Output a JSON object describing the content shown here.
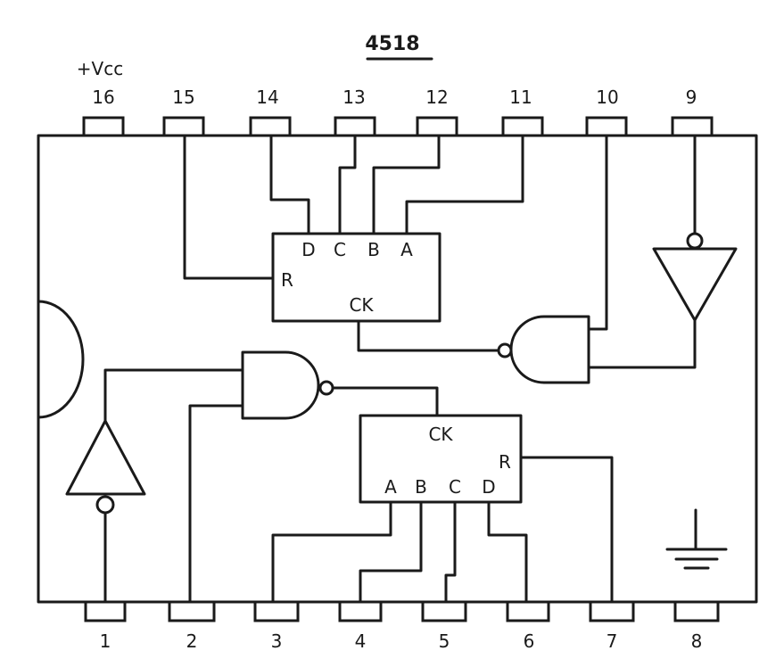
{
  "title": "4518",
  "supply_label": "+Vcc",
  "top_pins": [
    "16",
    "15",
    "14",
    "13",
    "12",
    "11",
    "10",
    "9"
  ],
  "bottom_pins": [
    "1",
    "2",
    "3",
    "4",
    "5",
    "6",
    "7",
    "8"
  ],
  "counter_upper": {
    "outputs": [
      "D",
      "C",
      "B",
      "A"
    ],
    "reset": "R",
    "clock": "CK"
  },
  "counter_lower": {
    "outputs": [
      "A",
      "B",
      "C",
      "D"
    ],
    "reset": "R",
    "clock": "CK"
  }
}
